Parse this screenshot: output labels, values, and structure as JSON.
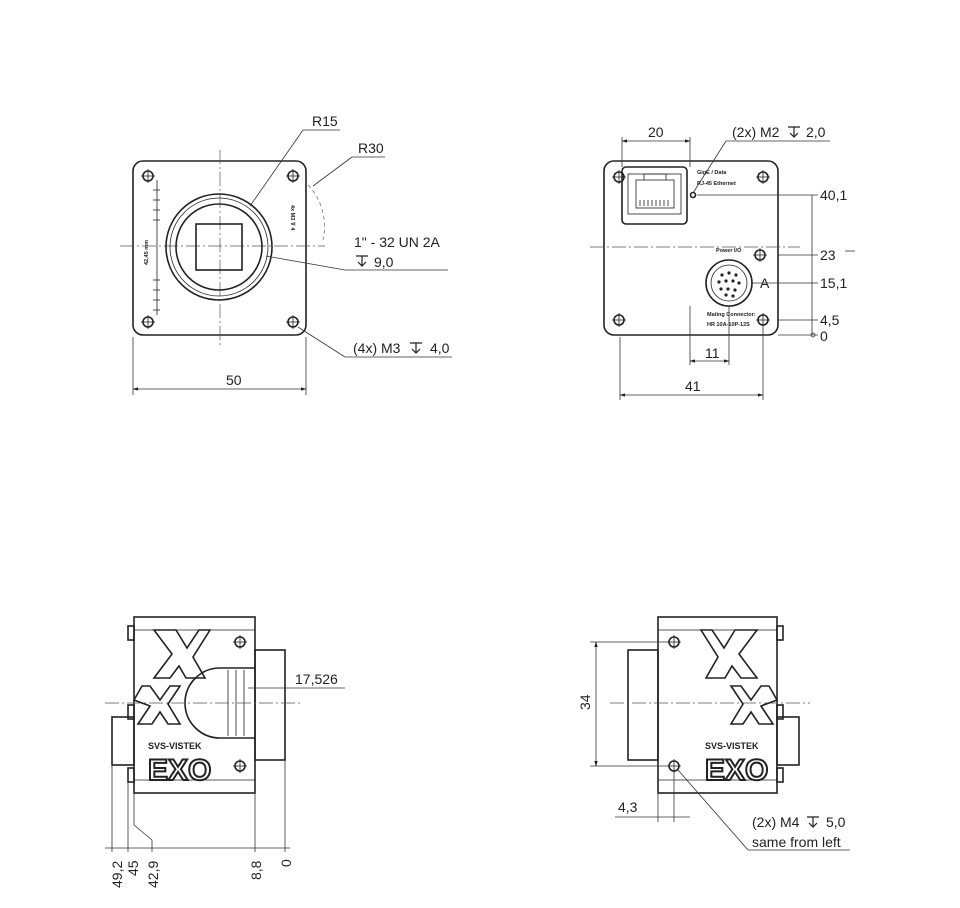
{
  "front_view": {
    "radius_small": "R15",
    "radius_large": "R30",
    "thread_line1": "1\" - 32  UN 2A",
    "thread_line2": "9,0",
    "mount_holes": "(4x) M3",
    "mount_holes_depth": "4,0",
    "width": "50",
    "side_label_left": "42,45 mm",
    "side_label_right": "4x M3 ⊽ 4"
  },
  "back_view": {
    "rj45_width": "20",
    "m2_holes": "(2x) M2",
    "m2_depth": "2,0",
    "gige_label_1": "GigE / Data",
    "gige_label_2": "RJ-45 Ethernet",
    "power_label": "Power I/O",
    "mating_label_1": "Mating Connector:",
    "mating_label_2": "HR 10A-10P-12S",
    "connector_offset": "11",
    "width": "41",
    "height_top": "40,1",
    "height_mid": "23",
    "height_conn": "15,1",
    "height_low": "4,5",
    "height_zero": "0",
    "datum": "A"
  },
  "side_left": {
    "mount_depth": "17,526",
    "dims": [
      "49,2",
      "45",
      "42,9",
      "8,8",
      "0"
    ],
    "brand": "SVS-VISTEK",
    "logo": "EXO"
  },
  "side_right": {
    "height": "34",
    "offset": "4,3",
    "holes_line1": "(2x) M4",
    "holes_depth": "5,0",
    "holes_line2": "same from left",
    "brand": "SVS-VISTEK",
    "logo": "EXO"
  }
}
